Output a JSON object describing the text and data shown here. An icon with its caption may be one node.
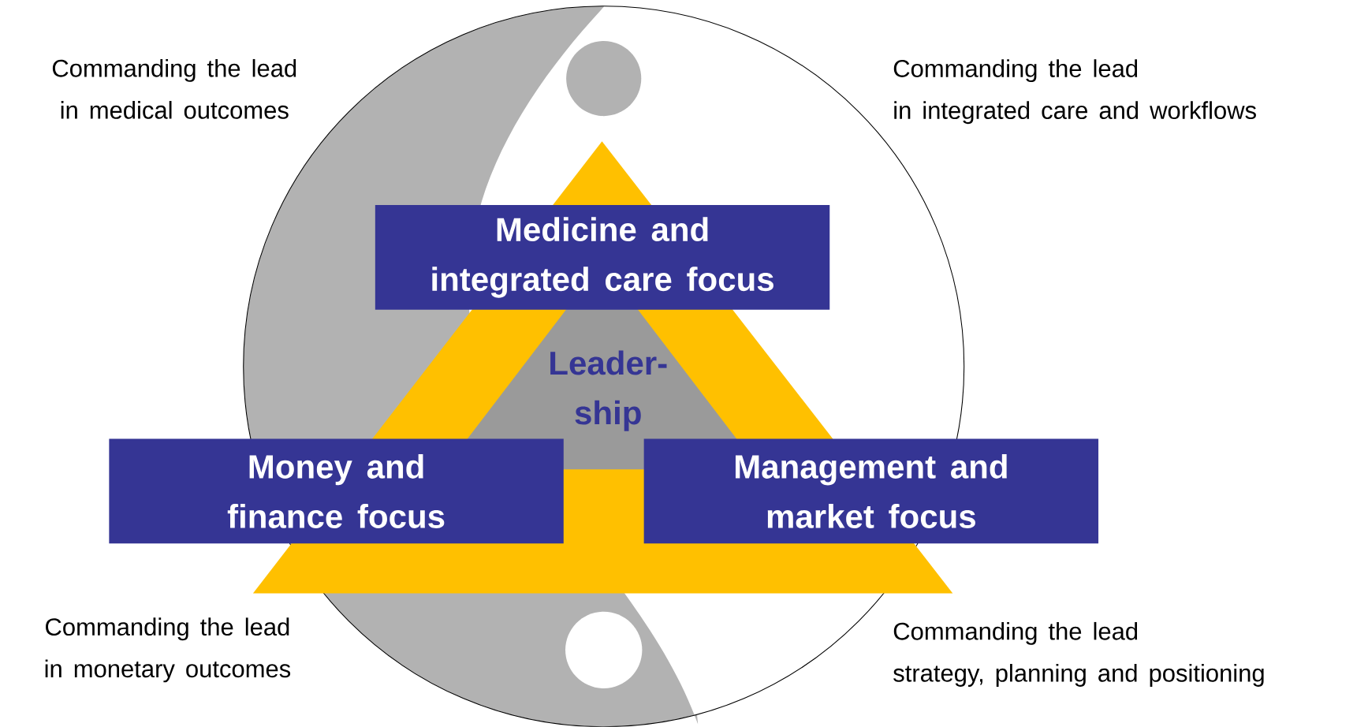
{
  "diagram": {
    "nodes": [
      {
        "text": [
          "Medicine and integrated care focus"
        ]
      },
      {
        "text": [
          "Money and finance focus"
        ]
      },
      {
        "text": [
          "Management and market focus"
        ]
      },
      {
        "text": [
          "Leader- ship"
        ]
      }
    ],
    "labels": [
      "Commanding the lead in medical outcomes",
      "Commanding the lead in integrated care and workflows",
      "Commanding the lead in monetary outcomes",
      "Commanding the lead strategy, planning and positioning"
    ]
  }
}
